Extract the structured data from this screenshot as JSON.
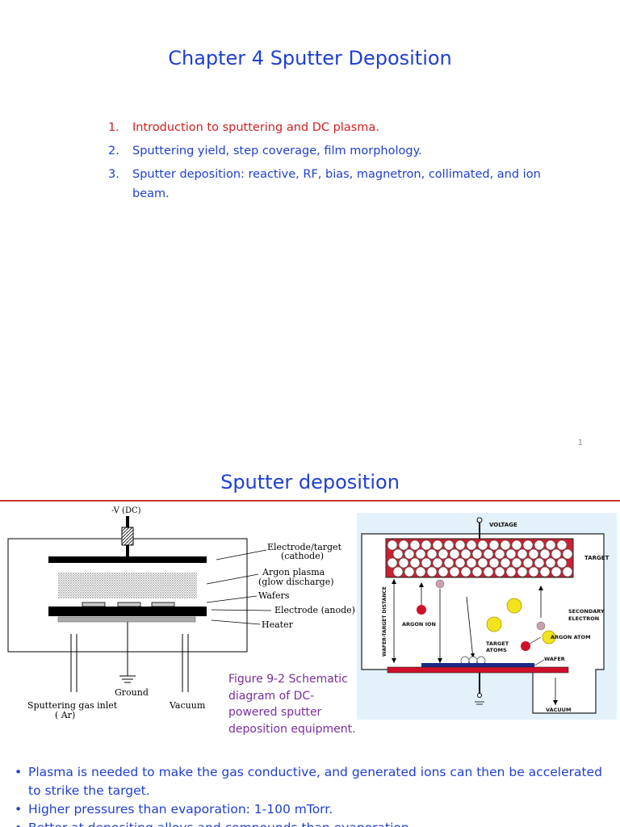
{
  "slide1": {
    "title": "Chapter 4 Sputter Deposition",
    "items": [
      {
        "num": "1.",
        "text": "Introduction to sputtering and DC plasma."
      },
      {
        "num": "2.",
        "text": "Sputtering yield, step coverage, film morphology."
      },
      {
        "num": "3.",
        "text": "Sputter deposition: reactive, RF, bias, magnetron, collimated, and ion beam."
      }
    ],
    "page_number": "1"
  },
  "slide2": {
    "title": "Sputter deposition",
    "left_figure": {
      "voltage": "-V (DC)",
      "electrode_target": "Electrode/target",
      "cathode": "(cathode)",
      "argon_plasma": "Argon plasma",
      "glow_discharge": "(glow discharge)",
      "wafers": "Wafers",
      "electrode_anode": "Electrode (anode)",
      "heater": "Heater",
      "ground": "Ground",
      "gas_inlet": "Sputtering gas inlet",
      "gas_ar": "( Ar)",
      "vacuum": "Vacuum"
    },
    "right_figure": {
      "voltage": "VOLTAGE",
      "target": "TARGET",
      "secondary": "SECONDARY",
      "electron": "ELECTRON",
      "argon_ion": "ARGON ION",
      "argon_atom": "ARGON ATOM",
      "target_atoms_1": "TARGET",
      "target_atoms_2": "ATOMS",
      "wafer": "WAFER",
      "distance": "WAFER-TARGET DISTANCE",
      "vacuum": "VACUUM"
    },
    "caption": "Figure 9-2 Schematic diagram of DC-powered sputter deposition equipment.",
    "bullets": [
      "Plasma is needed to make the gas conductive, and generated ions can then be accelerated to strike the target.",
      "Higher pressures than evaporation: 1-100 mTorr.",
      "Better at depositing alloys and compounds than evaporation."
    ],
    "colors": {
      "title_blue": "#1f3fd1",
      "accent_red": "#d02020",
      "caption_purple": "#7a2ea0",
      "panel_bg": "#e3f1fb"
    }
  }
}
